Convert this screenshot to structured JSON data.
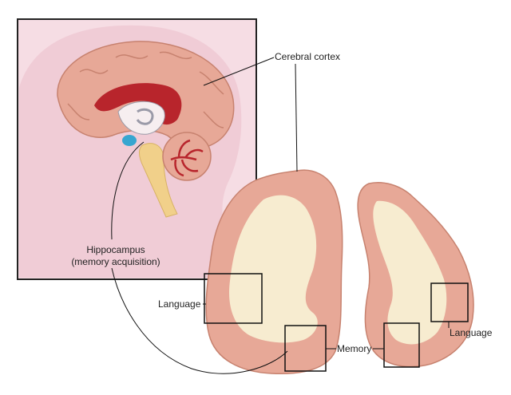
{
  "labels": {
    "cerebral_cortex": "Cerebral cortex",
    "hippocampus_line1": "Hippocampus",
    "hippocampus_line2": "(memory acquisition)",
    "language_left": "Language",
    "memory": "Memory",
    "language_right": "Language"
  },
  "colors": {
    "inset_background": "#f6dde4",
    "head_silhouette": "#f0ccd6",
    "brain_tissue": "#e7a897",
    "white_matter": "#f7ecd0",
    "cerebellum_red": "#b8252c",
    "hippocampus_blue": "#37a6d0",
    "brainstem": "#f1d08a",
    "line_black": "#111111"
  }
}
